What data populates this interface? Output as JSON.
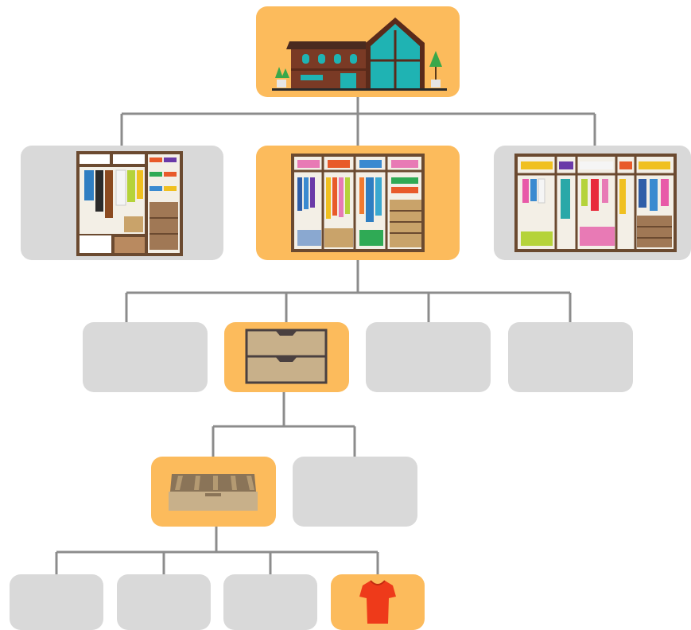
{
  "diagram": {
    "type": "hierarchy-tree",
    "colors": {
      "highlight": "#fcbb5c",
      "inactive": "#d9d9d9",
      "connector": "#8c8c8c"
    },
    "nodes": [
      {
        "id": "root",
        "level": 0,
        "state": "highlighted",
        "icon": "house-icon"
      },
      {
        "id": "l1-a",
        "level": 1,
        "state": "inactive",
        "icon": "wardrobe-icon"
      },
      {
        "id": "l1-b",
        "level": 1,
        "state": "highlighted",
        "icon": "wardrobe-icon"
      },
      {
        "id": "l1-c",
        "level": 1,
        "state": "inactive",
        "icon": "wardrobe-icon"
      },
      {
        "id": "l2-a",
        "level": 2,
        "state": "inactive",
        "icon": ""
      },
      {
        "id": "l2-b",
        "level": 2,
        "state": "highlighted",
        "icon": "drawer-unit-icon"
      },
      {
        "id": "l2-c",
        "level": 2,
        "state": "inactive",
        "icon": ""
      },
      {
        "id": "l2-d",
        "level": 2,
        "state": "inactive",
        "icon": ""
      },
      {
        "id": "l3-a",
        "level": 3,
        "state": "highlighted",
        "icon": "drawer-organizer-icon"
      },
      {
        "id": "l3-b",
        "level": 3,
        "state": "inactive",
        "icon": ""
      },
      {
        "id": "l4-a",
        "level": 4,
        "state": "inactive",
        "icon": ""
      },
      {
        "id": "l4-b",
        "level": 4,
        "state": "inactive",
        "icon": ""
      },
      {
        "id": "l4-c",
        "level": 4,
        "state": "inactive",
        "icon": ""
      },
      {
        "id": "l4-d",
        "level": 4,
        "state": "highlighted",
        "icon": "tshirt-icon"
      }
    ]
  }
}
